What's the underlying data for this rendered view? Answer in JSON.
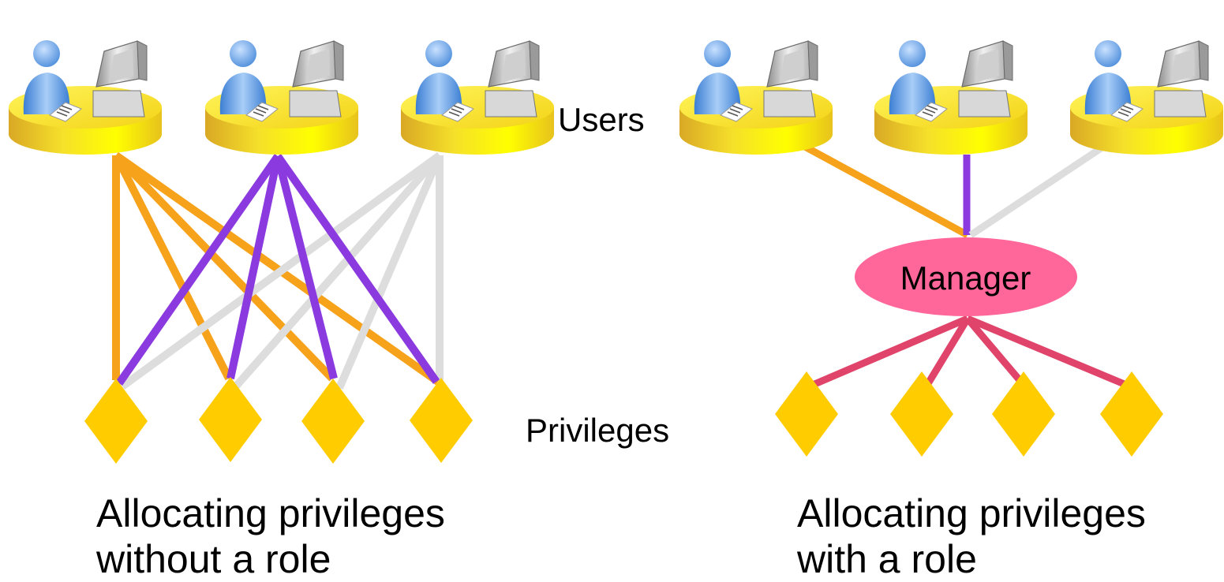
{
  "labels": {
    "users": "Users",
    "privileges": "Privileges"
  },
  "role": {
    "name": "Manager",
    "color": "#ff6699"
  },
  "captions": {
    "without_role": {
      "line1": "Allocating privileges",
      "line2": "without a role"
    },
    "with_role": {
      "line1": "Allocating privileges",
      "line2": "with a role"
    }
  },
  "colors": {
    "user1_line": "#f7a21b",
    "user2_line": "#8a3adf",
    "user3_line": "#dddddd",
    "role_to_privilege": "#e0446a",
    "privilege_diamond": "#ffcc00",
    "user_base": "#f2d21a"
  },
  "icons": {
    "user": "user-at-computer-icon",
    "privilege": "diamond-privilege-icon"
  }
}
